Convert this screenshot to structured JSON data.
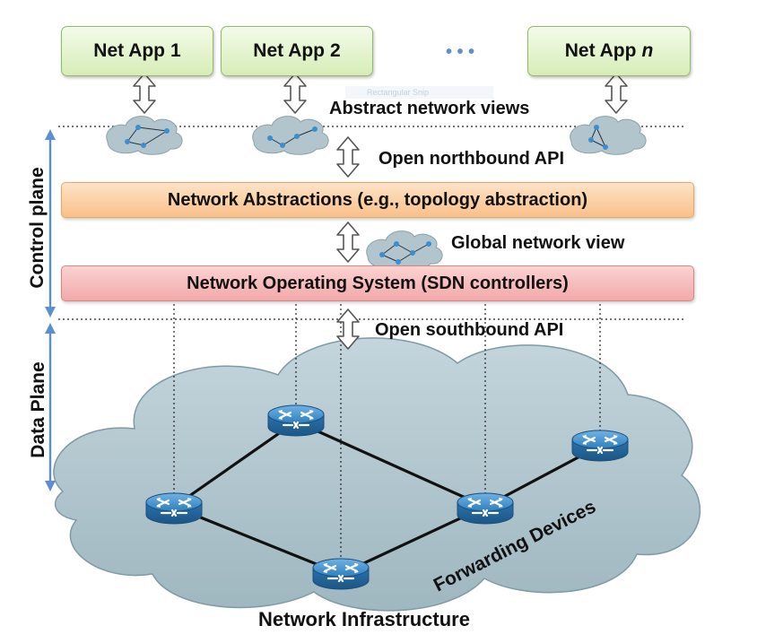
{
  "apps": [
    {
      "name": "Net App",
      "index": "1",
      "italic": false
    },
    {
      "name": "Net App",
      "index": "2",
      "italic": false
    },
    {
      "name": "Net App",
      "index": "n",
      "italic": true
    }
  ],
  "ellipsis": "• • •",
  "faint_label": "Rectangular Snip",
  "labels": {
    "abstract_views": "Abstract network views",
    "northbound": "Open northbound API",
    "abstraction_layer": "Network Abstractions (e.g., topology abstraction)",
    "global_view": "Global network view",
    "nos_layer": "Network Operating System (SDN controllers)",
    "southbound": "Open southbound API",
    "forwarding": "Forwarding Devices",
    "infrastructure": "Network Infrastructure"
  },
  "side_labels": {
    "control_plane": "Control plane",
    "data_plane": "Data Plane"
  },
  "colors": {
    "app_fill": "#d6edb7",
    "abstraction_fill": "#f9c08a",
    "nos_fill": "#f2a9a9",
    "cloud_fill": "#a9c0c8",
    "router_fill": "#2f7fbf",
    "side_arrow": "#5b8fcf"
  },
  "icons": [
    "double-arrow-icon",
    "mini-network-cloud-icon",
    "router-icon"
  ]
}
